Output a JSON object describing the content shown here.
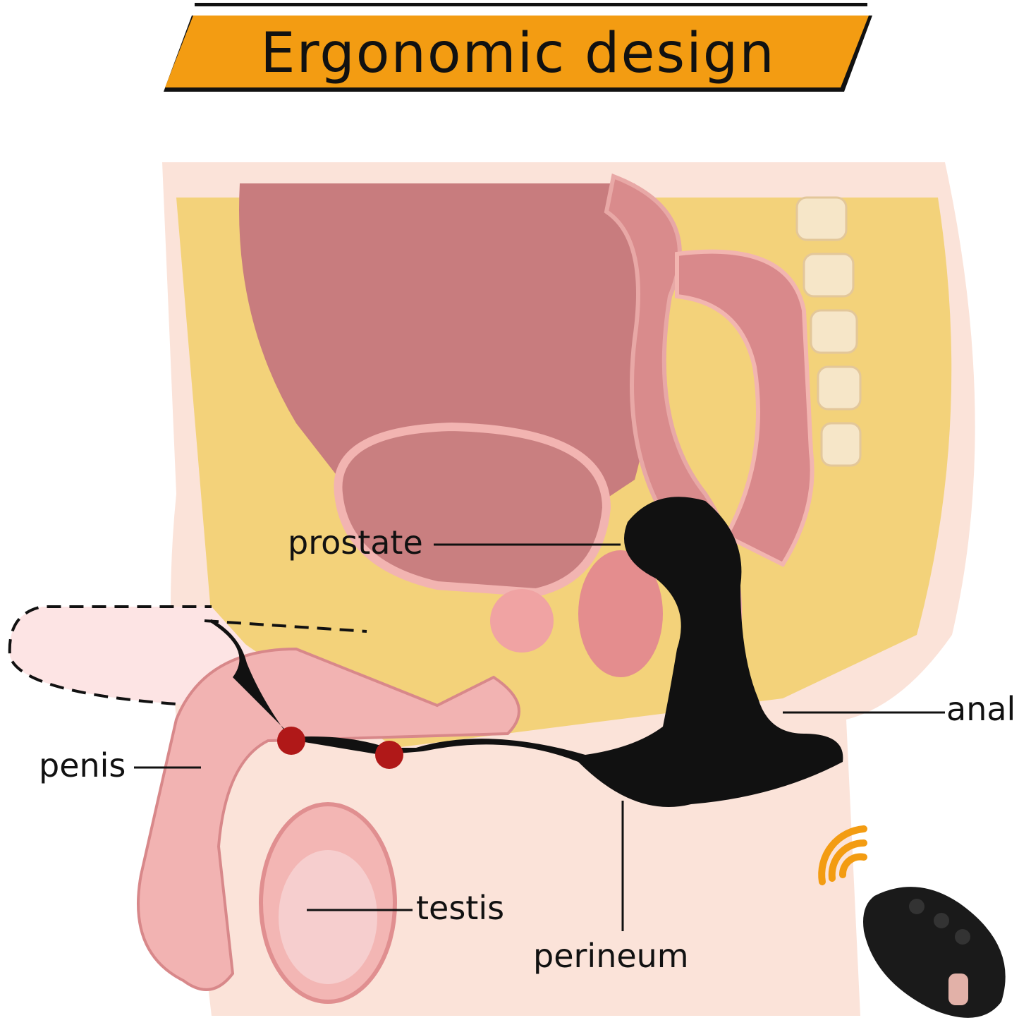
{
  "header": {
    "title": "Ergonomic design",
    "accent_color": "#f39c12"
  },
  "labels": {
    "prostate": "prostate",
    "anal": "anal",
    "penis": "penis",
    "testis": "testis",
    "perineum": "perineum"
  },
  "icons": {
    "remote": "remote-control-icon",
    "wireless": "wireless-signal-icon"
  }
}
